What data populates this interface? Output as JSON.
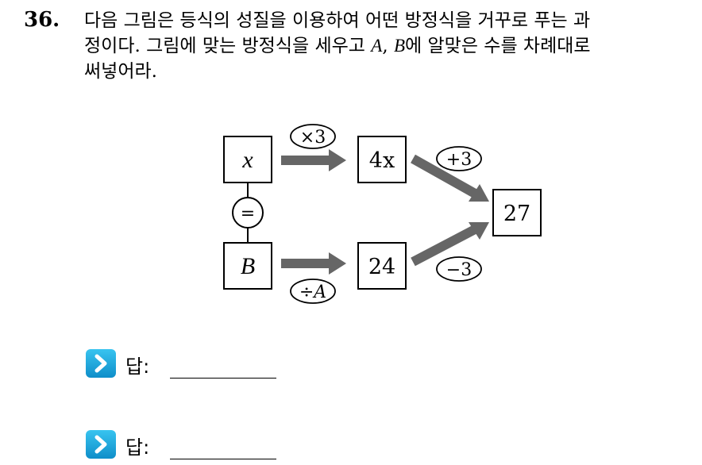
{
  "question": {
    "number": "36.",
    "lines": [
      "다음 그림은 등식의 성질을 이용하여 어떤 방정식을 거꾸로 푸는 과",
      "정이다. 그림에 맞는 방정식을 세우고 ",
      "에 알맞은 수를 차례대로",
      "써넣어라."
    ],
    "var_a": "A",
    "comma": ", ",
    "var_b": "B"
  },
  "diagram": {
    "box_x": "x",
    "box_4x": "4x",
    "box_B": "B",
    "box_24": "24",
    "box_27": "27",
    "equals": "=",
    "op_times3": "×3",
    "op_plus3": "+3",
    "op_div_a": "÷A",
    "op_minus3": "−3",
    "arrow_color": "#666666"
  },
  "answers": [
    {
      "label": "답:"
    },
    {
      "label": "답:"
    }
  ]
}
